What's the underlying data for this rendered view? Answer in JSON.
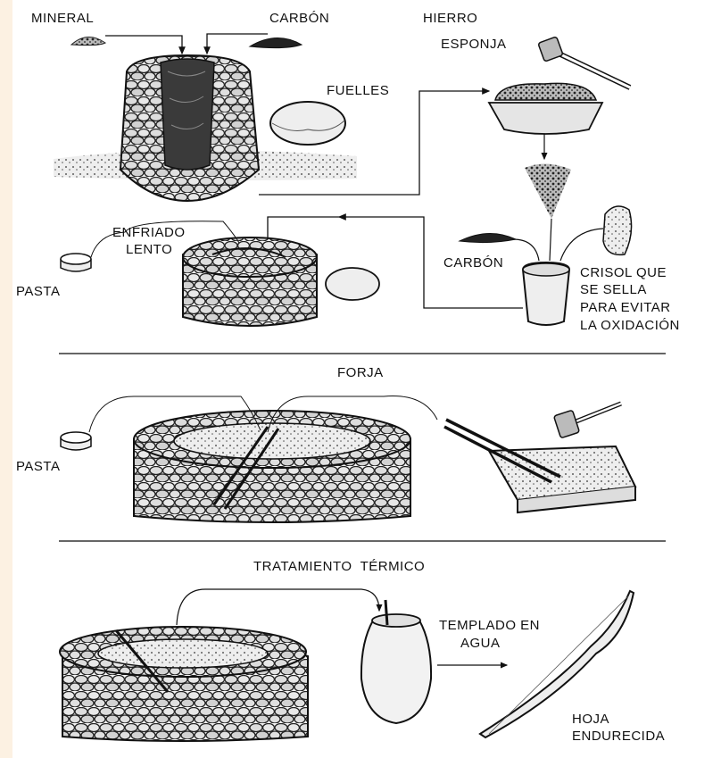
{
  "labels": {
    "mineral": "MINERAL",
    "carbon_top": "CARBÓN",
    "hierro": "HIERRO",
    "esponja": "ESPONJA",
    "fuelles": "FUELLES",
    "enfriado": "ENFRIADO",
    "lento": "LENTO",
    "pasta_1": "PASTA",
    "carbon_mid": "CARBÓN",
    "crisol": [
      "CRISOL QUE",
      "SE SELLA",
      "PARA EVITAR",
      "LA OXIDACIÓN"
    ],
    "forja": "FORJA",
    "pasta_2": "PASTA",
    "tratamiento": "TRATAMIENTO  TÉRMICO",
    "templado": [
      "TEMPLADO EN",
      "AGUA"
    ],
    "hoja": [
      "HOJA",
      "ENDURECIDA"
    ]
  },
  "colors": {
    "background": "#FCF1E2",
    "panel": "#ffffff",
    "ink": "#111111"
  }
}
